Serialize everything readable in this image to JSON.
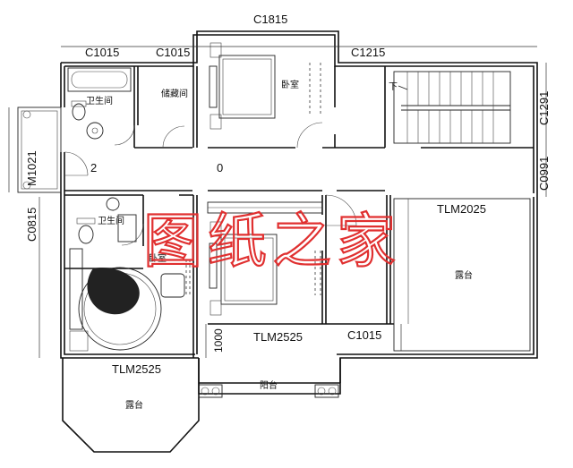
{
  "labels": {
    "c1815": "C1815",
    "c1015_a": "C1015",
    "c1015_b": "C1015",
    "c1215": "C1215",
    "c1291": "C1291",
    "c0991": "C0991",
    "m1021": "M1021",
    "c0815": "C0815",
    "tlm2025": "TLM2025",
    "tlm2525_a": "TLM2525",
    "tlm2525_b": "TLM2525",
    "c1015_c": "C1015",
    "dim_1000": "1000",
    "bathroom_top": "卫生间",
    "storage": "储藏间",
    "bedroom_top": "卧室",
    "stair_down": "下",
    "num_2": "2",
    "num_0": "0",
    "bathroom_mid": "卫生间",
    "bedroom_left": "卧室",
    "terrace_right": "露台",
    "balcony": "阳台",
    "terrace_left": "露台"
  },
  "watermark": "图纸之家"
}
